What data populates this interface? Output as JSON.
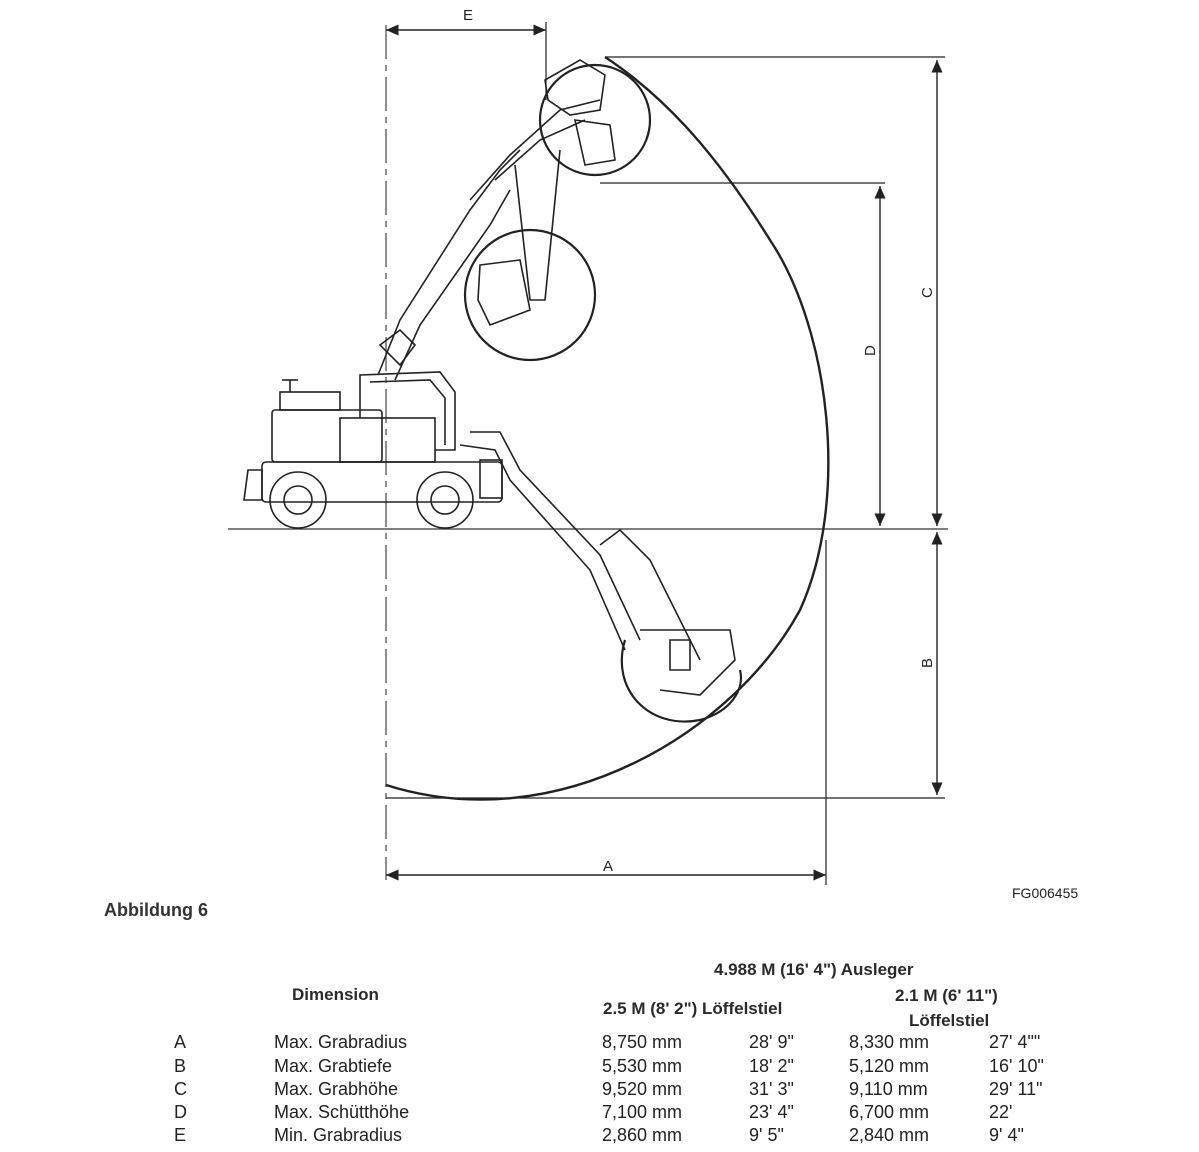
{
  "figure": {
    "dimension_letters": {
      "A": "A",
      "B": "B",
      "C": "C",
      "D": "D",
      "E": "E"
    },
    "code": "FG006455",
    "caption": "Abbildung 6"
  },
  "table": {
    "group_header": "4.988 M (16' 4\") Ausleger",
    "dimension_header": "Dimension",
    "col1_header": "2.5 M (8' 2\") Löffelstiel",
    "col2_header_line1": "2.1 M (6' 11\")",
    "col2_header_line2": "Löffelstiel",
    "rows": [
      {
        "letter": "A",
        "name": "Max. Grabradius",
        "v1": "8,750 mm",
        "v2": "28' 9\"",
        "v3": "8,330 mm",
        "v4": "27' 4\"\""
      },
      {
        "letter": "B",
        "name": "Max. Grabtiefe",
        "v1": "5,530 mm",
        "v2": "18' 2\"",
        "v3": "5,120 mm",
        "v4": "16' 10\""
      },
      {
        "letter": "C",
        "name": "Max. Grabhöhe",
        "v1": "9,520 mm",
        "v2": "31' 3\"",
        "v3": "9,110 mm",
        "v4": "29' 11\""
      },
      {
        "letter": "D",
        "name": "Max. Schütthöhe",
        "v1": "7,100 mm",
        "v2": "23' 4\"",
        "v3": "6,700 mm",
        "v4": "22'"
      },
      {
        "letter": "E",
        "name": "Min. Grabradius",
        "v1": "2,860 mm",
        "v2": "9' 5\"",
        "v3": "2,840 mm",
        "v4": "9' 4\""
      }
    ]
  }
}
